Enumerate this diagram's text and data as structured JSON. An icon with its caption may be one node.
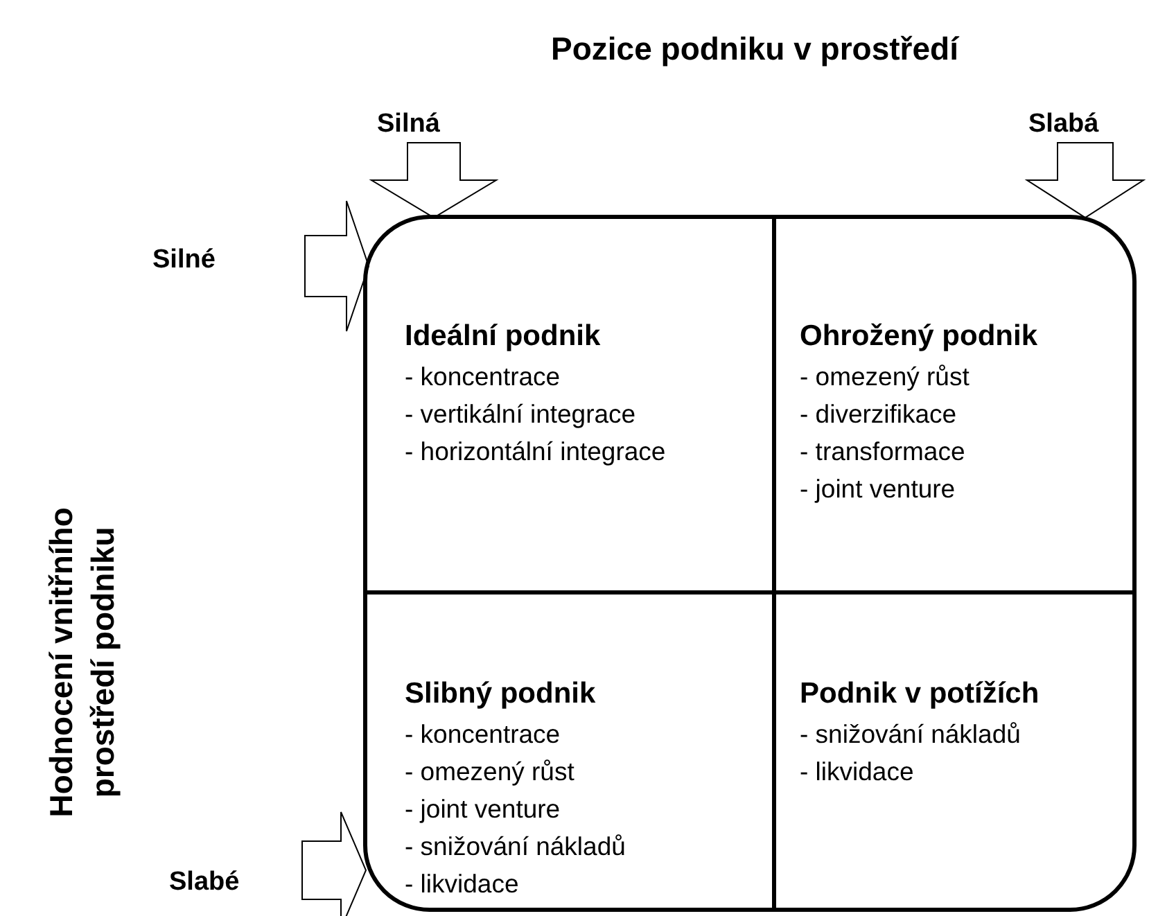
{
  "diagram": {
    "title": "Pozice podniku v prostředí",
    "nodes": [
      {
        "text": [],
        "shape": "box"
      },
      {
        "text": [
          "Ideální podnik",
          "- koncentrace",
          "- vertikální integrace",
          "- horizontální integrace"
        ],
        "in": 0
      },
      {
        "text": [
          "Ohrožený podnik",
          "- omezený růst",
          "- diverzifikace",
          "- transformace",
          "- joint venture"
        ],
        "in": 0
      },
      {
        "text": [
          "Slibný podnik",
          "- koncentrace",
          "- omezený růst",
          "- joint venture",
          "- snižování nákladů",
          "- likvidace"
        ],
        "in": 0
      },
      {
        "text": [
          "Podnik v potížích",
          "- snižování nákladů",
          "- likvidace"
        ],
        "in": 0
      }
    ],
    "labels": [
      "Silná",
      "Slabá",
      "Silné",
      "Hodnocení vnitřního prostředí podniku",
      "Slabé"
    ]
  }
}
